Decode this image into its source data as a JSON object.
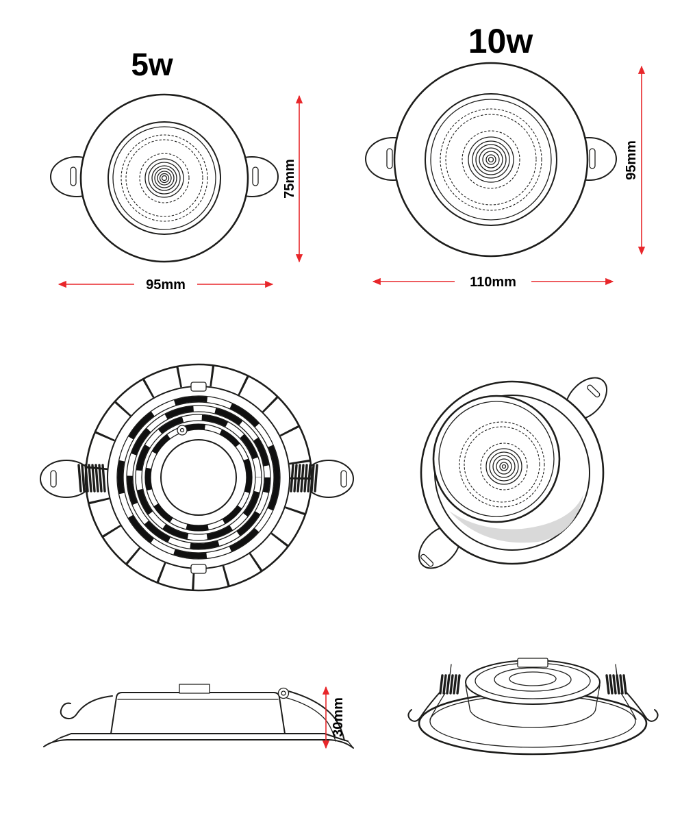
{
  "labels": {
    "model_5w": "5w",
    "model_10w": "10w"
  },
  "dimensions": {
    "d5w_height": "75mm",
    "d5w_width": "95mm",
    "d10w_height": "95mm",
    "d10w_width": "110mm",
    "side_height": "30mm"
  },
  "colors": {
    "line": "#1d1d1b",
    "dimension": "#e8262a",
    "shade": "#d9d9d9",
    "background": "#ffffff"
  }
}
